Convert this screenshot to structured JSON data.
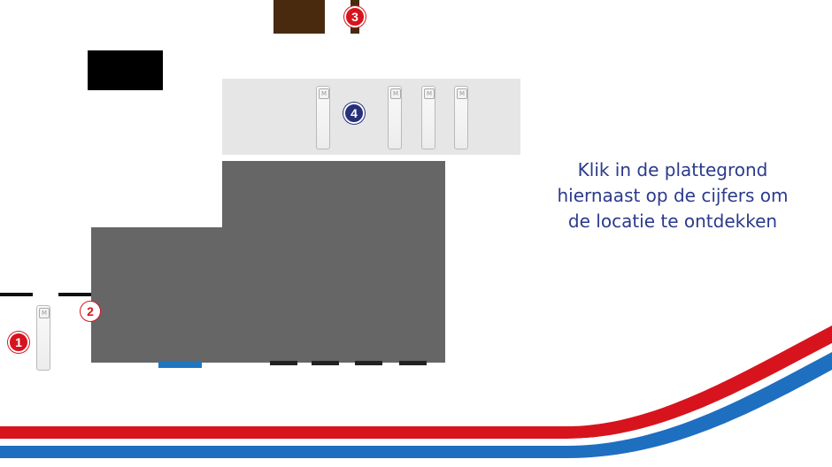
{
  "instruction": {
    "line1": "Klik in de plattegrond",
    "line2": "hiernaast op de cijfers om",
    "line3": "de locatie te ontdekken"
  },
  "markers": [
    {
      "label": "1",
      "color": "#d7141e"
    },
    {
      "label": "2",
      "color": "#d7141e"
    },
    {
      "label": "3",
      "color": "#d7141e"
    },
    {
      "label": "4",
      "color": "#27307a"
    }
  ],
  "colors": {
    "building": "#666666",
    "charger_zone": "#e6e6e6",
    "accent_red": "#d7141e",
    "accent_blue": "#1f6fc0",
    "text_blue": "#2b3a8c"
  }
}
